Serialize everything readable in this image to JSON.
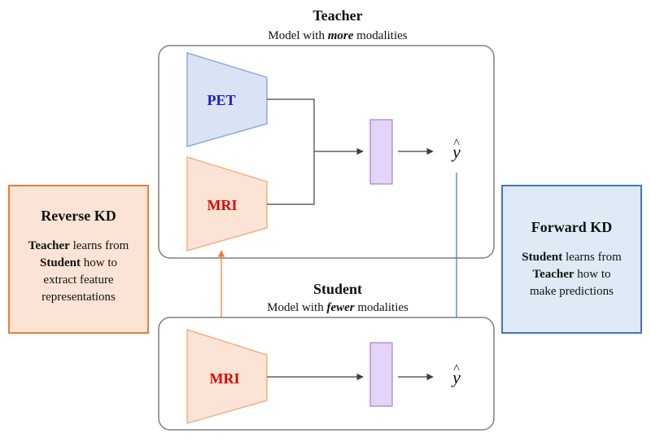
{
  "teacher": {
    "title": "Teacher",
    "subtitle": {
      "prefix": "Model with ",
      "emphasis": "more",
      "suffix": " modalities"
    },
    "encoders": [
      {
        "label": "PET",
        "fill": "#dae3f3",
        "stroke": "#8faadc",
        "text_color": "#1a1ad6"
      },
      {
        "label": "MRI",
        "fill": "#fbe4d5",
        "stroke": "#f4b183",
        "text_color": "#e00000"
      }
    ],
    "output": "y",
    "hat": "^"
  },
  "student": {
    "title": "Student",
    "subtitle": {
      "prefix": "Model with ",
      "emphasis": "fewer",
      "suffix": " modalities"
    },
    "encoders": [
      {
        "label": "MRI",
        "fill": "#fbe4d5",
        "stroke": "#f4b183",
        "text_color": "#e00000"
      }
    ],
    "output": "y",
    "hat": "^"
  },
  "reverse_kd": {
    "title": "Reverse KD",
    "lines": [
      {
        "bold": "Teacher",
        "rest": " learns from"
      },
      {
        "bold": "Student",
        "rest": " how to"
      },
      {
        "bold": "",
        "rest": "extract feature"
      },
      {
        "bold": "",
        "rest": "representations"
      }
    ],
    "border_color": "#ed7d31",
    "fill_color": "#fbe4d5"
  },
  "forward_kd": {
    "title": "Forward KD",
    "lines": [
      {
        "bold": "Student",
        "rest": " learns from"
      },
      {
        "bold": "Teacher",
        "rest": " how to"
      },
      {
        "bold": "",
        "rest": "make predictions"
      }
    ],
    "border_color": "#4472c4",
    "fill_color": "#deebf7"
  },
  "colors": {
    "fusion_block": "#e4d4f8",
    "fusion_border": "#a482cf",
    "reverse_arrow": "#ed7d31",
    "forward_arrow": "#4472c4",
    "panel_border": "#7f7f7f",
    "connector": "#404040"
  }
}
